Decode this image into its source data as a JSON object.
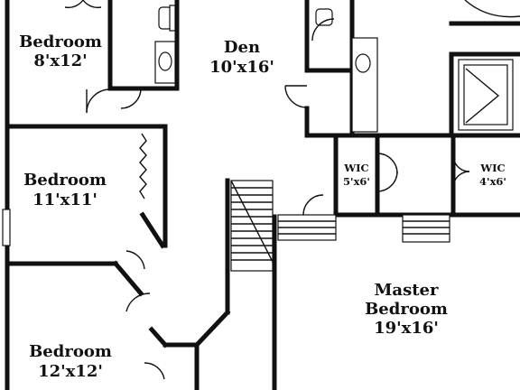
{
  "rooms": {
    "bedroom_a": {
      "name": "Bedroom",
      "size": "8'x12'"
    },
    "den": {
      "name": "Den",
      "size": "10'x16'"
    },
    "bedroom_b": {
      "name": "Bedroom",
      "size": "11'x11'"
    },
    "wic_left": {
      "name": "WIC",
      "size": "5'x6'"
    },
    "wic_right": {
      "name": "WIC",
      "size": "4'x6'"
    },
    "master": {
      "name_line1": "Master",
      "name_line2": "Bedroom",
      "size": "19'x16'"
    },
    "bedroom_c": {
      "name": "Bedroom",
      "size": "12'x12'"
    }
  }
}
